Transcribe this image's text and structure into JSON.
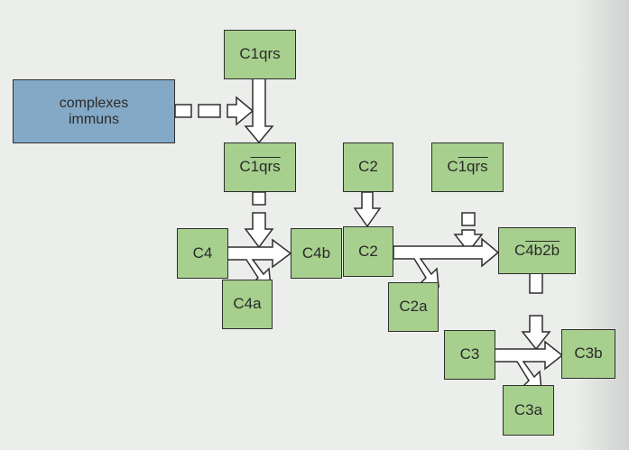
{
  "colors": {
    "background": "#eceeeb",
    "component_box": "#a7d08e",
    "immune_box": "#84a9c6",
    "outline": "#2e2e2e"
  },
  "labels": {
    "complexes_line1": "complexes",
    "complexes_line2": "immuns",
    "c1qrs": "C1qrs",
    "c1_active_prefix": "C",
    "c1_active_bar": "1qrs",
    "c4": "C4",
    "c4b": "C4b",
    "c4a": "C4a",
    "c2_top": "C2",
    "c2_mid": "C2",
    "c2a": "C2a",
    "c1_right_prefix": "C",
    "c1_right_bar": "1qrs",
    "c4b2b_prefix": "C",
    "c4b2b_bar": "4b2b",
    "c3": "C3",
    "c3b": "C3b",
    "c3a": "C3a"
  }
}
